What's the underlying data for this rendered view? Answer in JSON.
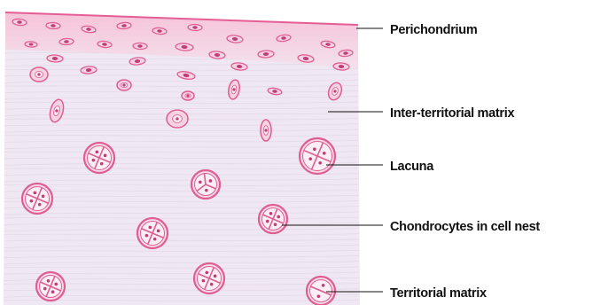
{
  "diagram": {
    "colors": {
      "matrix": "#efe7f2",
      "matrix_grain": "#d7c9dc",
      "perichondrium": "#f5c3d9",
      "perichondrium_edge": "#e45e95",
      "cell_ring": "#df5d92",
      "cell_fill": "#f6d3e3",
      "nucleus": "#c23c77",
      "leader_line": "#111111",
      "label_text": "#111111"
    },
    "labels": [
      {
        "id": "perichondrium",
        "text": "Perichondrium"
      },
      {
        "id": "inter-territorial-matrix",
        "text": "Inter-territorial matrix"
      },
      {
        "id": "lacuna",
        "text": "Lacuna"
      },
      {
        "id": "chondrocytes-in-cell-nest",
        "text": "Chondrocytes in cell nest"
      },
      {
        "id": "territorial-matrix",
        "text": "Territorial matrix"
      }
    ]
  }
}
